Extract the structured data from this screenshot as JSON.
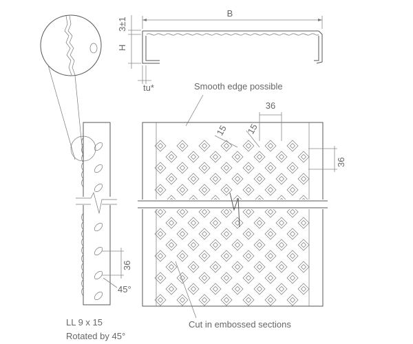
{
  "labels": {
    "B": "B",
    "thickness": "3±1",
    "H": "H",
    "tu": "tu*",
    "smooth_edge": "Smooth edge possible",
    "pitch_x": "36",
    "pitch_y_top": "36",
    "diag_a": "15",
    "diag_b": "15",
    "pitch_side": "36",
    "angle": "45°",
    "hole_size": "LL 9 x 15",
    "rotation": "Rotated by 45°",
    "cut_note": "Cut in embossed sections"
  },
  "colors": {
    "line": "#555555",
    "text": "#666666",
    "background": "#ffffff"
  }
}
